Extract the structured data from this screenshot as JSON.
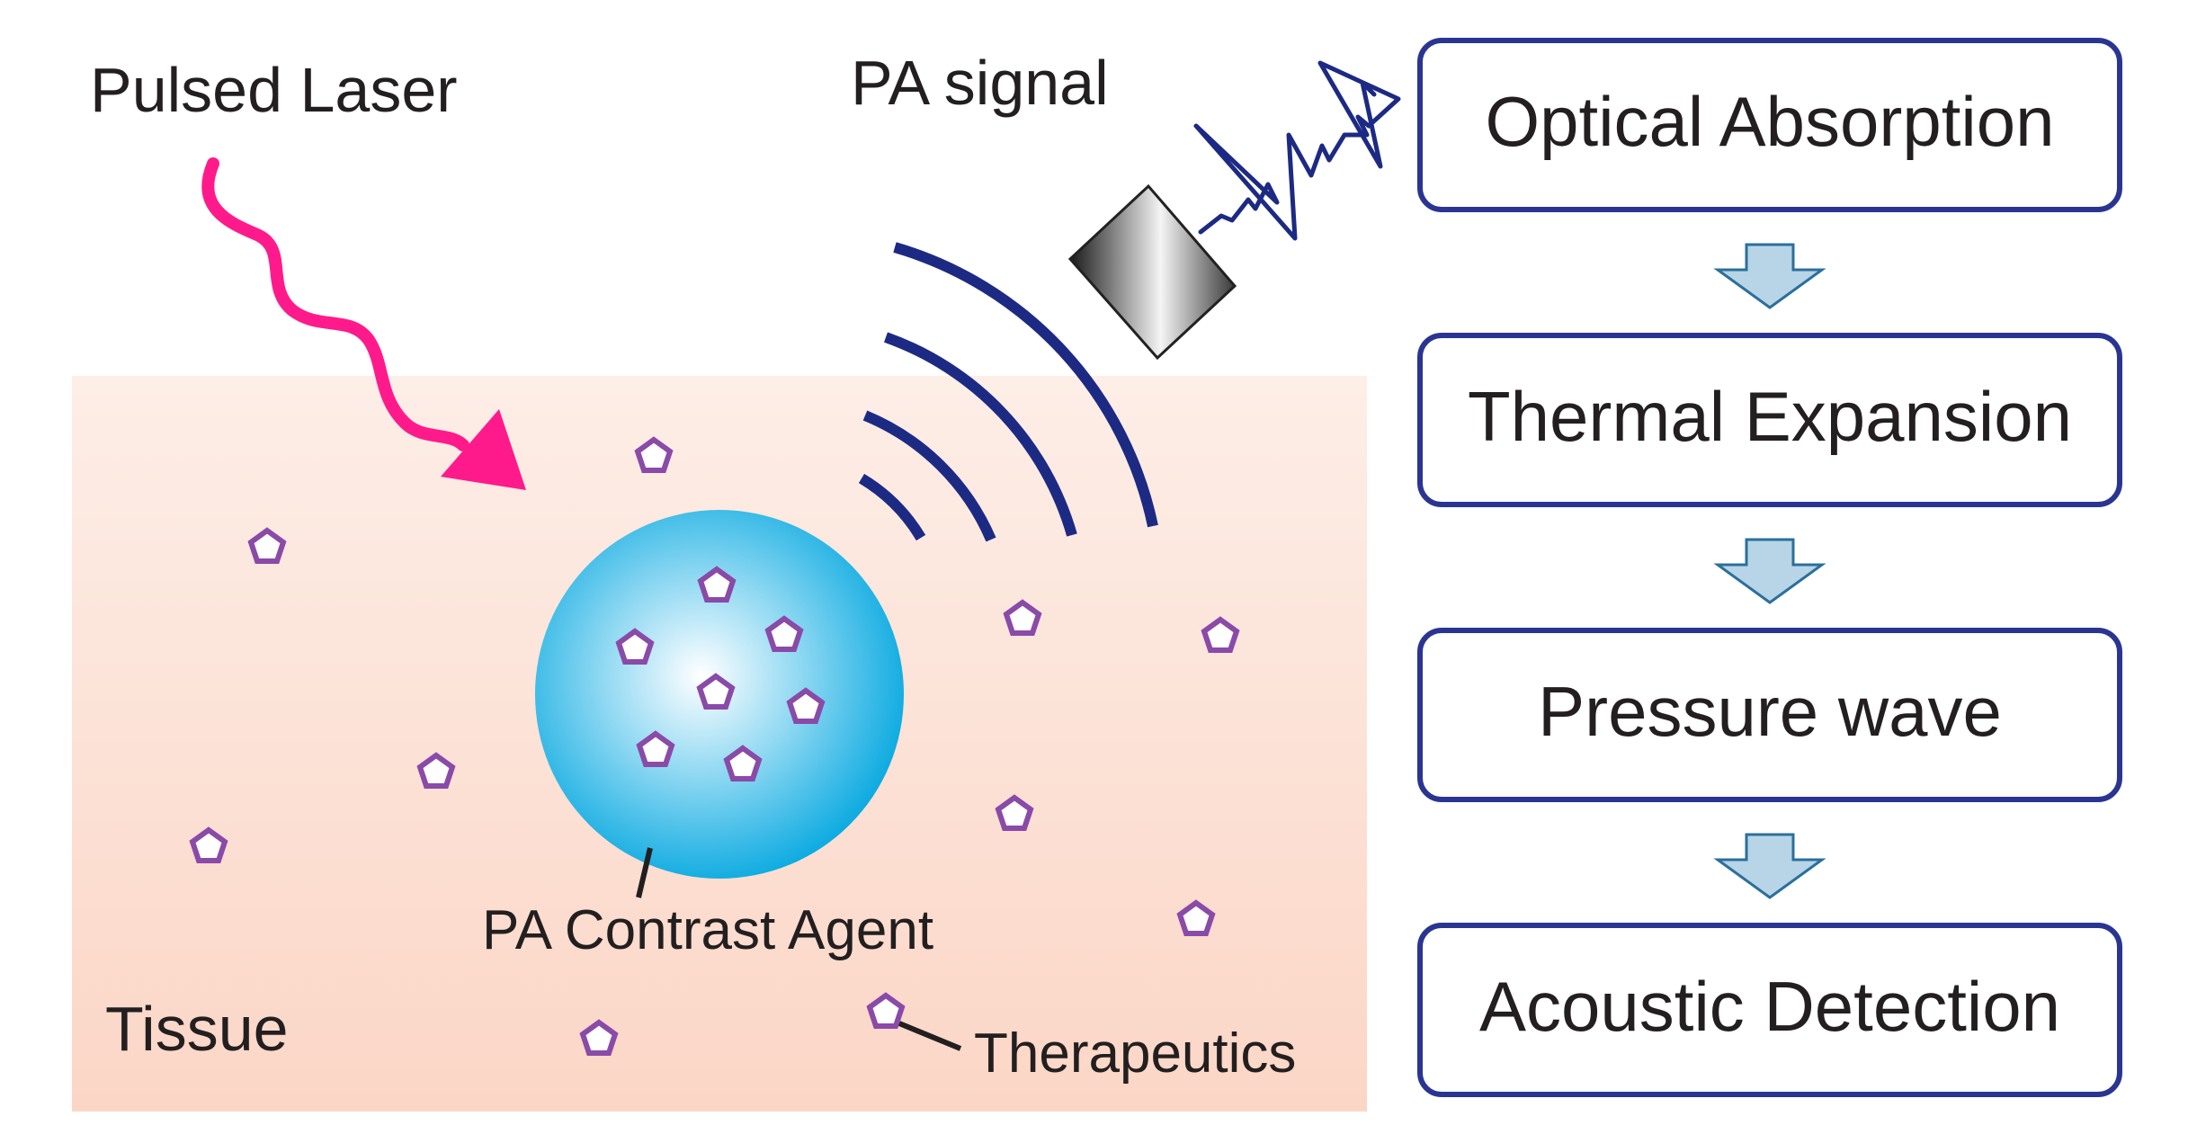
{
  "labels": {
    "pulsed_laser": "Pulsed Laser",
    "pa_signal": "PA signal",
    "tissue": "Tissue",
    "contrast_agent": "PA Contrast Agent",
    "therapeutics": "Therapeutics"
  },
  "steps": [
    "Optical Absorption",
    "Thermal Expansion",
    "Pressure wave",
    "Acoustic Detection"
  ],
  "colors": {
    "laser": "#ff1a8c",
    "wave": "#1c2a84",
    "box_border": "#2a3592",
    "arrow_fill": "#b7d5e6",
    "arrow_stroke": "#2b6f9c",
    "pentagon": "#8a4aa8",
    "sphere_edge": "#00a9e2",
    "tissue_top": "#fdebe3",
    "tissue_bottom": "#fbd8c8"
  }
}
